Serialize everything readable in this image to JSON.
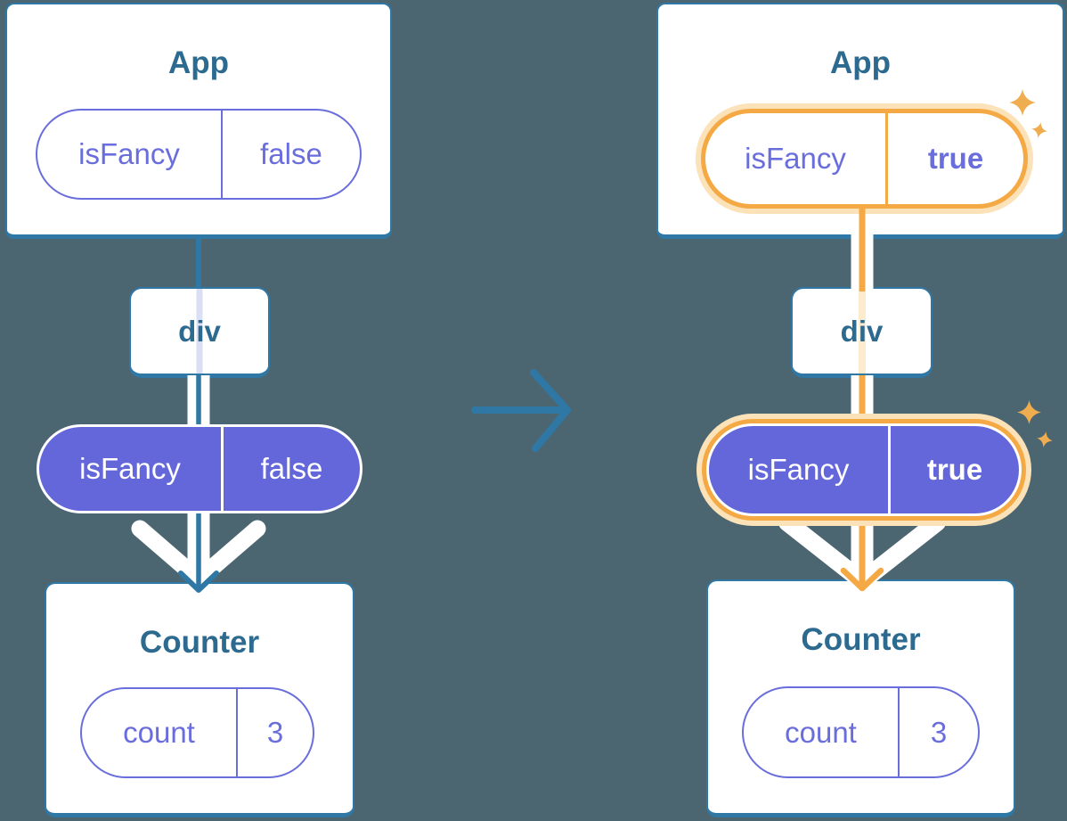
{
  "colors": {
    "background": "#4C6671",
    "teal": "#2F78A5",
    "tealText": "#2D6A8F",
    "purple": "#6A6EDC",
    "purpleFill": "#6467DA",
    "orange": "#F5A944",
    "orangeGlow": "#FBE2B8",
    "orangePale": "#FCEBCD",
    "lavender": "#DBDFF6",
    "sparkle": "#F0AD4F",
    "white": "#FFFFFF"
  },
  "before": {
    "app": {
      "title": "App",
      "pill": {
        "key": "isFancy",
        "value": "false"
      }
    },
    "div_label": "div",
    "state_pill": {
      "key": "isFancy",
      "value": "false"
    },
    "counter": {
      "title": "Counter",
      "pill": {
        "key": "count",
        "value": "3"
      }
    }
  },
  "after": {
    "app": {
      "title": "App",
      "pill": {
        "key": "isFancy",
        "value": "true"
      }
    },
    "div_label": "div",
    "state_pill": {
      "key": "isFancy",
      "value": "true"
    },
    "counter": {
      "title": "Counter",
      "pill": {
        "key": "count",
        "value": "3"
      }
    }
  },
  "icons": {
    "transition_arrow": "right-arrow",
    "flow_arrowhead": "down-chevron",
    "highlight": "sparkle"
  }
}
